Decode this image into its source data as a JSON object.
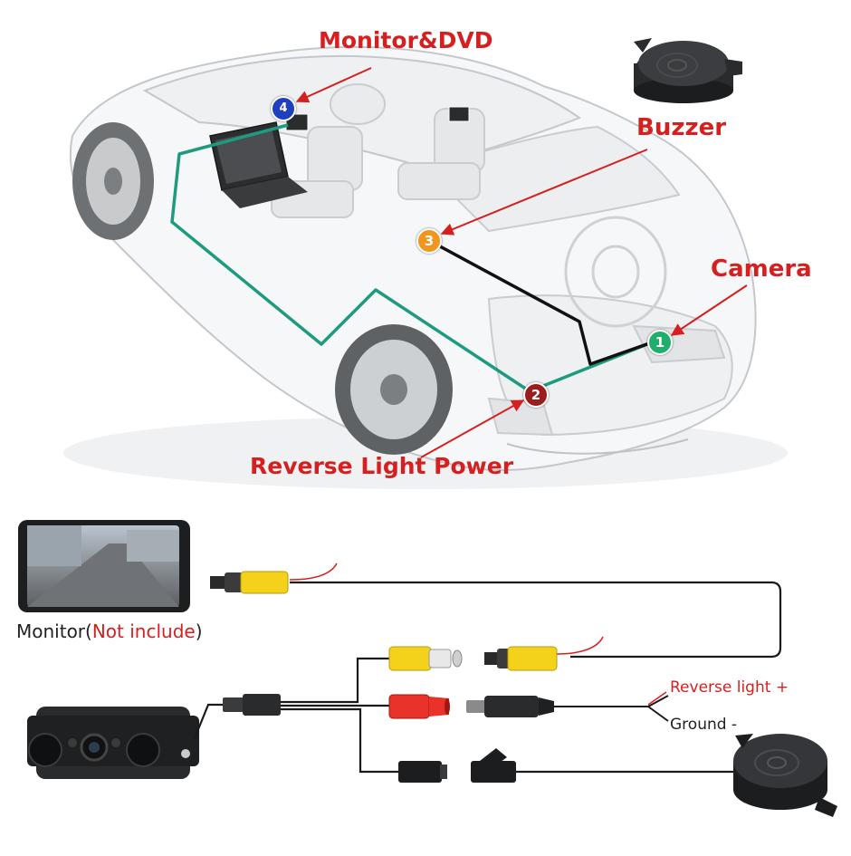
{
  "car_labels": {
    "monitor_dvd": "Monitor&DVD",
    "buzzer": "Buzzer",
    "camera": "Camera",
    "reverse_light_power": "Reverse Light Power"
  },
  "markers": [
    {
      "num": "1",
      "color": "#1fae6b"
    },
    {
      "num": "2",
      "color": "#9b1c1c"
    },
    {
      "num": "3",
      "color": "#f0961e"
    },
    {
      "num": "4",
      "color": "#1f3fbf"
    }
  ],
  "wiring_labels": {
    "monitor": "Monitor",
    "not_include_open": "(",
    "not_include": "Not include",
    "not_include_close": ")",
    "reverse_light_plus": "Reverse light +",
    "ground_minus": "Ground -"
  },
  "colors": {
    "accent_red": "#d61f1f",
    "route_green": "#1e9a7e",
    "rca_yellow": "#f4d21c",
    "dc_red": "#e8322a"
  }
}
